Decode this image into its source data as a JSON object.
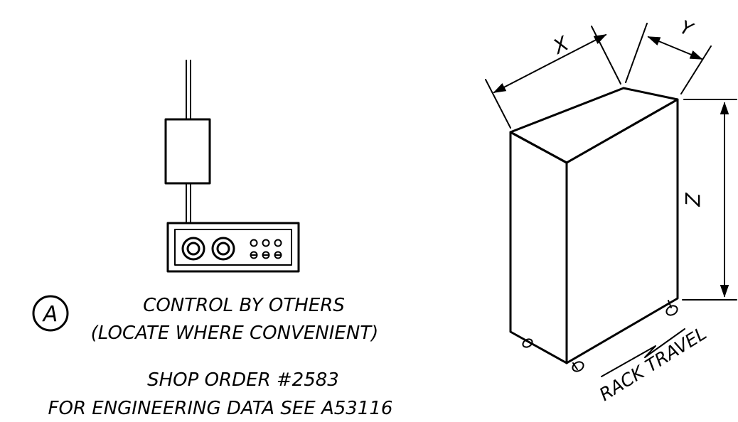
{
  "callout": {
    "marker": "A",
    "line1": "CONTROL BY OTHERS",
    "line2": "(LOCATE WHERE CONVENIENT)"
  },
  "notes": {
    "shop_order": "SHOP ORDER #2583",
    "engineering_data": "FOR ENGINEERING DATA SEE A53116"
  },
  "dimensions": {
    "x_label": "X",
    "y_label": "Y",
    "z_label": "Z"
  },
  "rack": {
    "travel_label": "RACK TRAVEL"
  },
  "colors": {
    "line": "#000000",
    "background": "#ffffff"
  }
}
